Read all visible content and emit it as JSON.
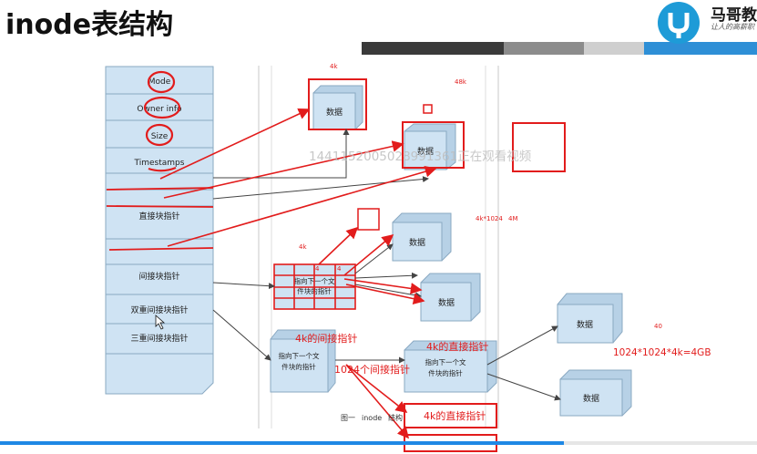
{
  "slide": {
    "title": "inode表结构",
    "logo_text": "马哥教",
    "logo_subtext": "让人的高薪职"
  },
  "colors": {
    "stripe_dark": "#3a3a3a",
    "stripe_mid": "#8c8c8c",
    "stripe_light": "#cfcfcf",
    "stripe_accent": "#2e8fd6",
    "box_fill": "#cfe3f3",
    "box_edge": "#8aa9c2",
    "annotation_red": "#e21c1c",
    "progress": "#1e88e5",
    "logo": "#1e9bd7"
  },
  "inode_fields": [
    "Mode",
    "Owner info",
    "Size",
    "Timestamps",
    "直接块指针",
    "间接块指针",
    "双重间接块指针",
    "三重间接块指针"
  ],
  "blocks": {
    "data": "数据",
    "pointer_block": "指向下一个文件块的指针",
    "figure_caption_prefix": "图一",
    "figure_caption_word": "inode",
    "figure_caption_suffix": "结构"
  },
  "annotations": {
    "size_4k_a": "4k",
    "size_4k_b": "4k",
    "size_48k": "48k",
    "size_4k_1024": "4k*1024",
    "size_4M": "4M",
    "num_40": "40",
    "indirect_4k": "4k的间接指针",
    "direct_4k_a": "4k的直接指针",
    "direct_4k_b": "4k的直接指针",
    "indirect_1024": "1024个间接指针",
    "formula": "1024*1024*4k=4GB",
    "grid_label": "4"
  },
  "watermark": "1441152005028991361正在观看视频",
  "player": {
    "progress": 0.745
  }
}
